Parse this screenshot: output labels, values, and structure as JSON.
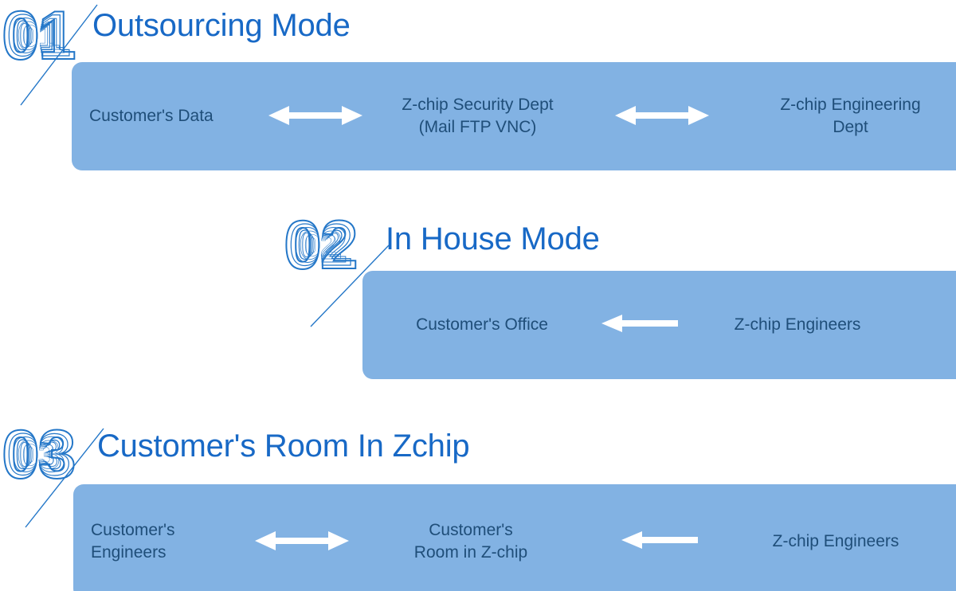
{
  "page": {
    "background_color": "#ffffff",
    "band_color": "#82b2e3",
    "title_color": "#1869c6",
    "node_text_color": "#1f4e79",
    "arrow_color": "#ffffff",
    "numeral_color": "#2477c8"
  },
  "sections": [
    {
      "numeral": "01",
      "title": "Outsourcing Mode",
      "nodes": [
        {
          "label": "Customer's Data",
          "align": "left"
        },
        {
          "label": "Z-chip Security Dept\n(Mail FTP VNC)",
          "align": "center"
        },
        {
          "label": "Z-chip Engineering\nDept",
          "align": "center"
        }
      ],
      "arrows": [
        {
          "name": "bidirectional-arrow",
          "direction": "both"
        },
        {
          "name": "bidirectional-arrow",
          "direction": "both"
        }
      ]
    },
    {
      "numeral": "02",
      "title": "In House Mode",
      "nodes": [
        {
          "label": "Customer's Office",
          "align": "center"
        },
        {
          "label": "Z-chip Engineers",
          "align": "center"
        }
      ],
      "arrows": [
        {
          "name": "left-arrow",
          "direction": "left"
        }
      ]
    },
    {
      "numeral": "03",
      "title": "Customer's Room In Zchip",
      "nodes": [
        {
          "label": "Customer's\nEngineers",
          "align": "left"
        },
        {
          "label": "Customer's\nRoom in Z-chip",
          "align": "center"
        },
        {
          "label": "Z-chip Engineers",
          "align": "center"
        }
      ],
      "arrows": [
        {
          "name": "bidirectional-arrow",
          "direction": "both"
        },
        {
          "name": "left-arrow",
          "direction": "left"
        }
      ]
    }
  ]
}
